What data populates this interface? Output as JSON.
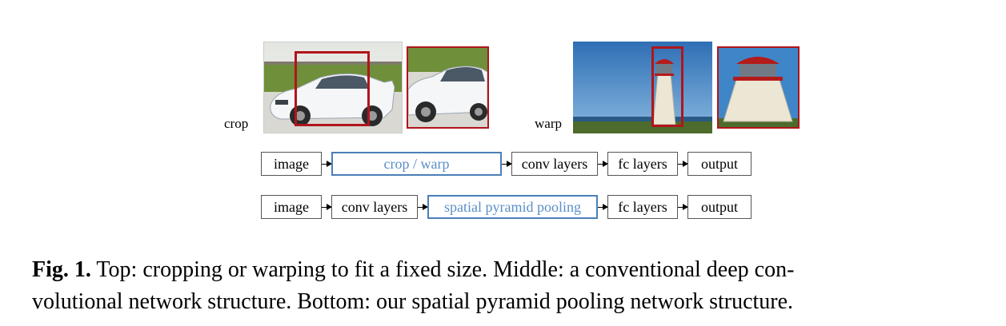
{
  "figure": {
    "crop_label": "crop",
    "warp_label": "warp",
    "colors": {
      "highlight_box": "#b0151b",
      "accent_border": "#4a7fb8",
      "accent_text": "#5b8fc8"
    },
    "pipeline_top": {
      "image": "image",
      "crop_warp": "crop / warp",
      "conv": "conv layers",
      "fc": "fc layers",
      "output": "output"
    },
    "pipeline_bottom": {
      "image": "image",
      "conv": "conv layers",
      "spp": "spatial pyramid pooling",
      "fc": "fc layers",
      "output": "output"
    }
  },
  "caption": {
    "label": "Fig. 1.",
    "line1": " Top: cropping or warping to fit a fixed size. Middle: a conventional deep con-",
    "line2": "volutional network structure. Bottom: our spatial pyramid pooling network structure."
  }
}
